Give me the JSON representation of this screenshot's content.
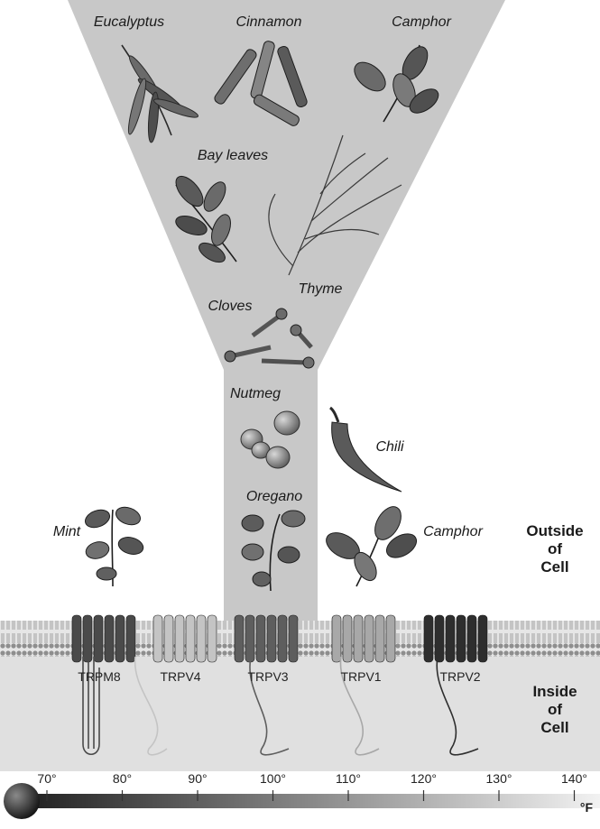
{
  "funnel_labels": [
    {
      "key": "eucalyptus",
      "text": "Eucalyptus"
    },
    {
      "key": "cinnamon",
      "text": "Cinnamon"
    },
    {
      "key": "camphor-top",
      "text": "Camphor"
    },
    {
      "key": "bay-leaves",
      "text": "Bay leaves"
    },
    {
      "key": "thyme",
      "text": "Thyme"
    },
    {
      "key": "cloves",
      "text": "Cloves"
    },
    {
      "key": "nutmeg",
      "text": "Nutmeg"
    },
    {
      "key": "oregano",
      "text": "Oregano"
    }
  ],
  "outside_labels": [
    {
      "key": "mint",
      "text": "Mint"
    },
    {
      "key": "chili",
      "text": "Chili"
    },
    {
      "key": "camphor-right",
      "text": "Camphor"
    }
  ],
  "region_labels": {
    "outside": [
      "Outside",
      "of",
      "Cell"
    ],
    "inside": [
      "Inside",
      "of",
      "Cell"
    ]
  },
  "channels": [
    {
      "name": "TRPM8",
      "tone": "#4a4a4a"
    },
    {
      "name": "TRPV4",
      "tone": "#c4c4c4"
    },
    {
      "name": "TRPV3",
      "tone": "#5e5e5e"
    },
    {
      "name": "TRPV1",
      "tone": "#a8a8a8"
    },
    {
      "name": "TRPV2",
      "tone": "#2e2e2e"
    }
  ],
  "temperature_scale": {
    "unit": "°F",
    "ticks": [
      "70°",
      "80°",
      "90°",
      "100°",
      "110°",
      "120°",
      "130°",
      "140°"
    ]
  }
}
